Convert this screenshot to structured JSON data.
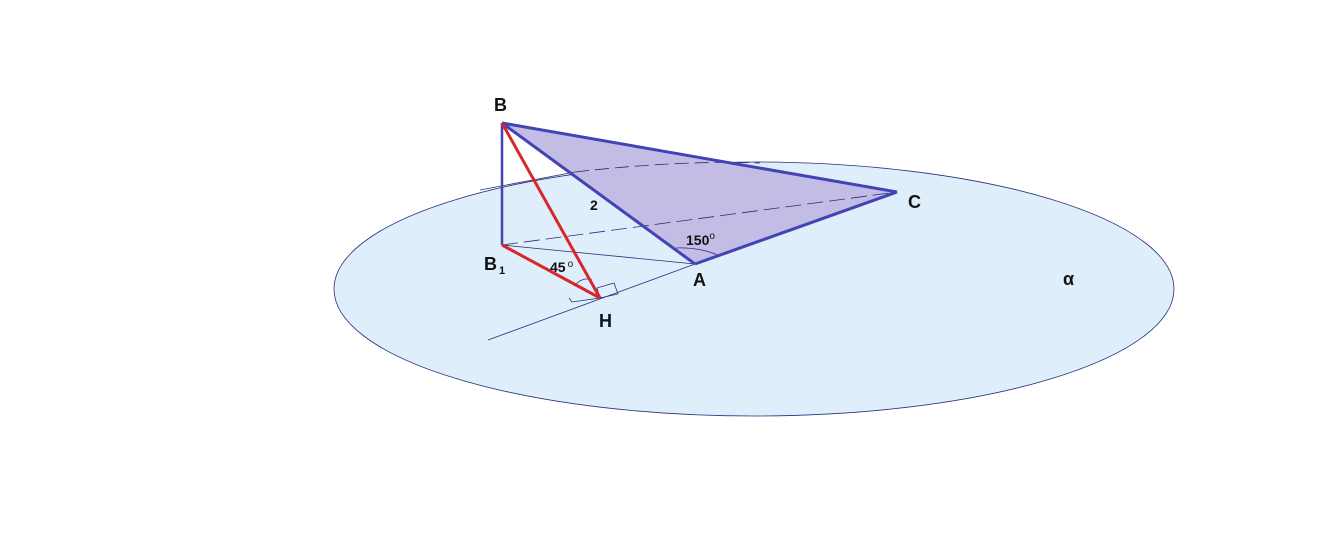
{
  "labels": {
    "B": "B",
    "B1_main": "B",
    "B1_sub": "1",
    "A": "A",
    "C": "C",
    "H": "H",
    "plane": "α",
    "segment_BA": "2",
    "angle_A_num": "150",
    "angle_A_deg": "o",
    "angle_H_num": "45",
    "angle_H_deg": "o"
  },
  "colors": {
    "plane_fill": "#deeefb",
    "plane_stroke": "#2b2f7a",
    "triangle_fill": "#c3bde6",
    "blue": "#4343b5",
    "red": "#d8262a",
    "thin": "#2b2f7a"
  }
}
